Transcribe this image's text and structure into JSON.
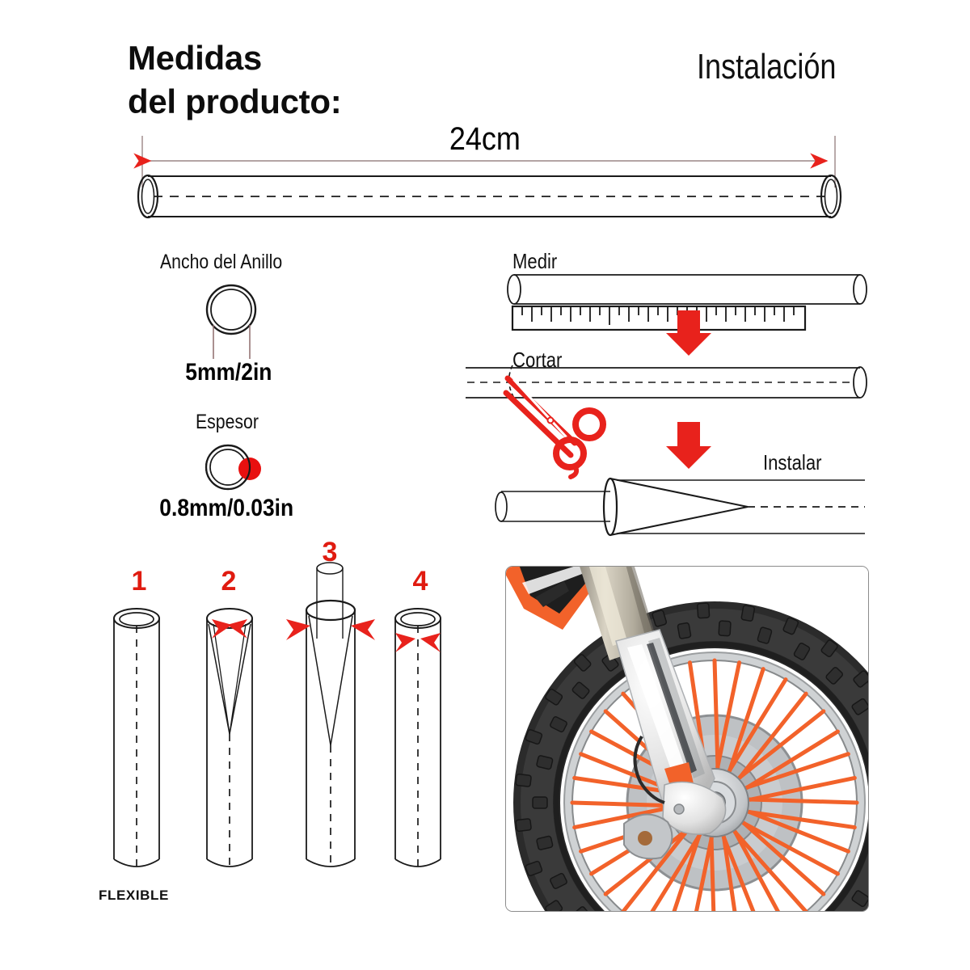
{
  "headings": {
    "measurements": "Medidas\ndel producto:",
    "installation": "Instalación"
  },
  "measurements": {
    "length_label": "24cm",
    "ring_width": {
      "label": "Ancho del Anillo",
      "value": "5mm/2in"
    },
    "thickness": {
      "label": "Espesor",
      "value": "0.8mm/0.03in"
    }
  },
  "installation_steps": [
    {
      "label": "Medir"
    },
    {
      "label": "Cortar"
    },
    {
      "label": "Instalar"
    }
  ],
  "flex_steps": {
    "numbers": [
      "1",
      "2",
      "3",
      "4"
    ],
    "caption": "FLEXIBLE"
  },
  "icons": {
    "tube": "tube-icon",
    "ring": "ring-icon",
    "thickness_dot": "thickness-dot-icon",
    "ruler": "ruler-icon",
    "scissors": "scissors-icon",
    "spoke_cone": "spoke-cone-icon",
    "down_arrow": "down-arrow-icon",
    "dimension_arrow": "dimension-arrow-icon",
    "wheel_photo": "motorcycle-wheel-photo"
  },
  "colors": {
    "red": "#e8221c",
    "red_dark": "#e01b10",
    "line": "#1a1a1a",
    "dim_line": "#9b8585",
    "panel_border": "#8c8c8c",
    "spoke_orange": "#f2622a",
    "tire_black": "#2b2b2b",
    "fork_white": "#f0f0f0",
    "hub_gray": "#c9cbcd"
  }
}
